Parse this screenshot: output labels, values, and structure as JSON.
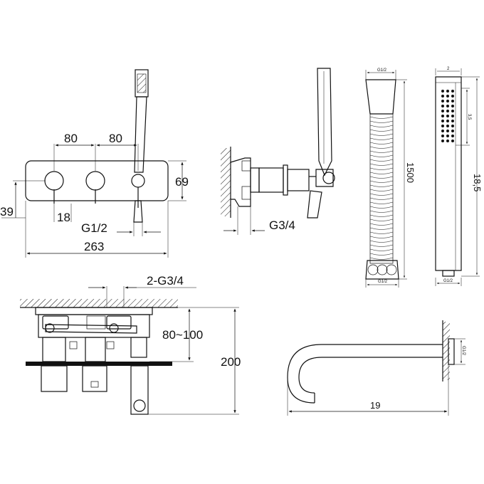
{
  "views": {
    "front": {
      "dim_80_left": "80",
      "dim_80_right": "80",
      "dim_69": "69",
      "dim_39": "39",
      "dim_18": "18",
      "dim_g12": "G1/2",
      "dim_263": "263"
    },
    "side": {
      "dim_g34": "G3/4"
    },
    "hose": {
      "dim_top_g12": "G1/2",
      "dim_1500": "1500",
      "dim_bottom_g12": "G1/2"
    },
    "handshower": {
      "dim_top": "2",
      "dim_35": "3,5",
      "dim_185": "18,5",
      "dim_bottom_g12": "G1/2"
    },
    "install": {
      "dim_2g34": "2-G3/4",
      "dim_80_100": "80~100",
      "dim_200": "200"
    },
    "spout": {
      "dim_19": "19",
      "dim_flange": "G1/2"
    }
  }
}
